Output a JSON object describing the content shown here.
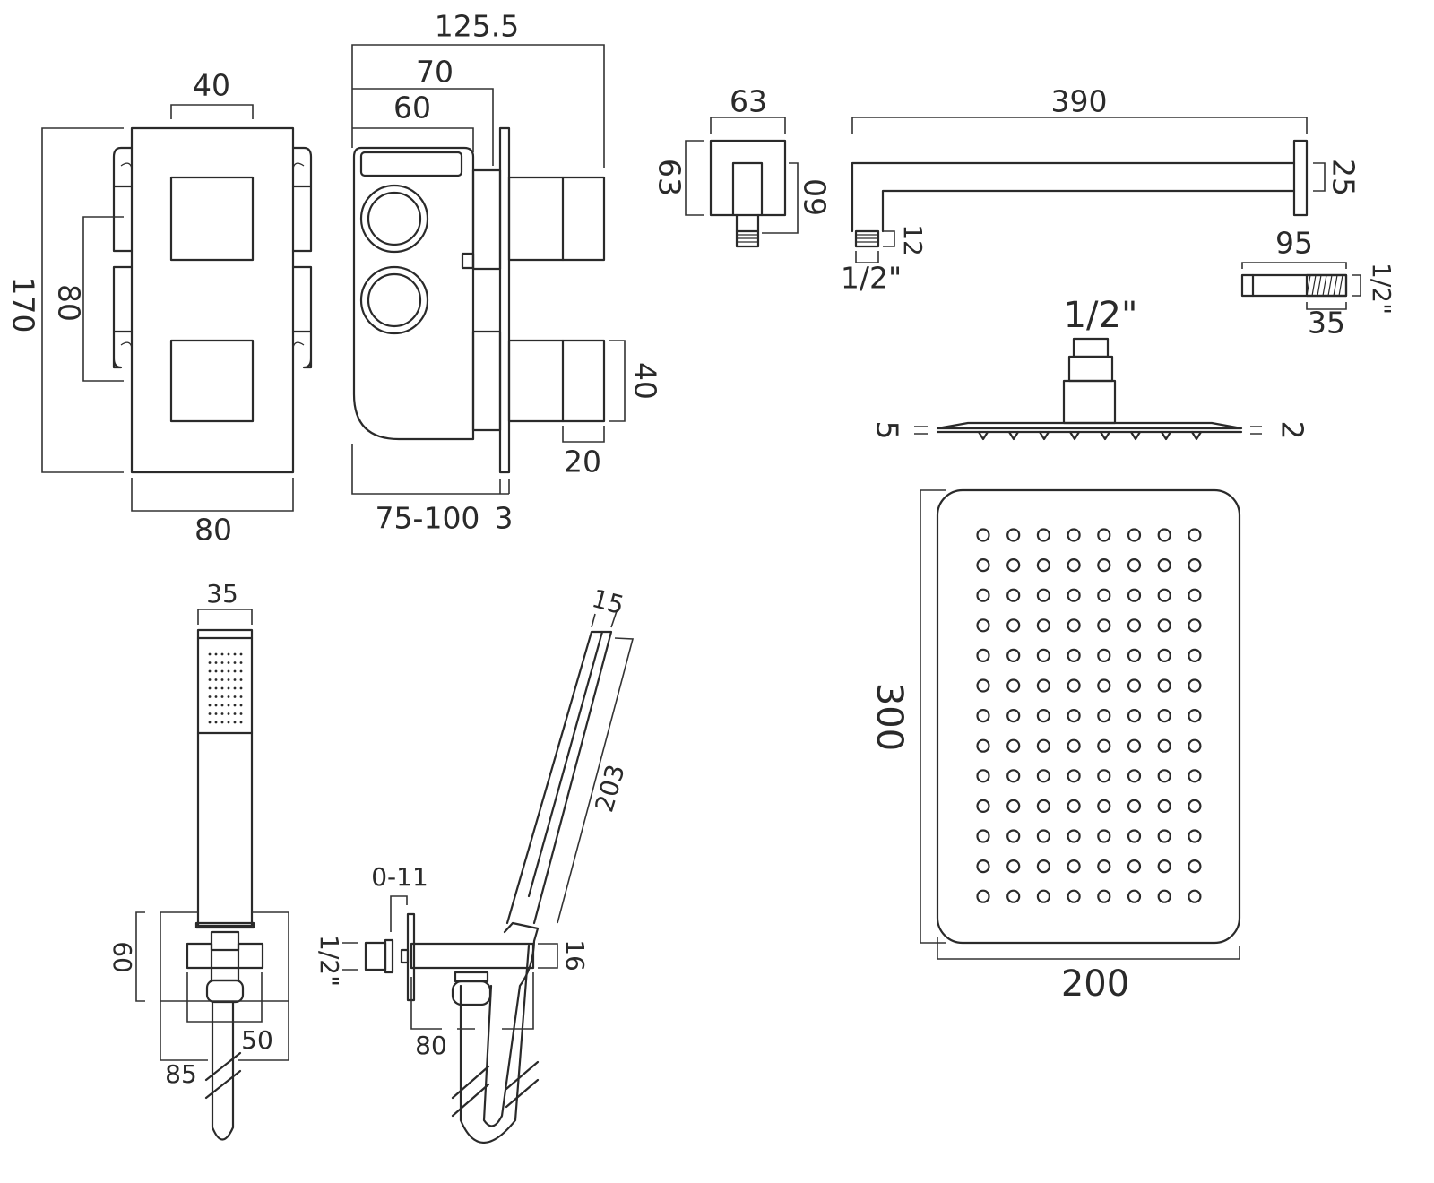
{
  "valve_front": {
    "top_width": "40",
    "height": "170",
    "handle_spacing": "80",
    "width": "80"
  },
  "valve_side": {
    "overall_depth": "125.5",
    "depth_70": "70",
    "depth_60": "60",
    "handle_size": "40",
    "handle_depth": "20",
    "wall_depth": "75-100",
    "plate_thickness": "3"
  },
  "wall_elbow": {
    "width": "63",
    "height": "63",
    "depth": "60"
  },
  "shower_arm": {
    "length": "390",
    "flange": "25",
    "nipple": "12",
    "thread": "1/2\""
  },
  "extension": {
    "length": "95",
    "thread_length": "35",
    "thread": "1/2\""
  },
  "shower_head_side": {
    "thread": "1/2\"",
    "edge_left": "5",
    "edge_right": "2"
  },
  "shower_head_top": {
    "length": "300",
    "width": "200",
    "rows": 13,
    "cols": 8
  },
  "handset_front": {
    "width": "35",
    "bracket_height": "60",
    "bracket_inner": "50",
    "bracket_width": "85"
  },
  "handset_side": {
    "depth": "15",
    "length": "203",
    "wall_adjust": "0-11",
    "thread": "1/2\"",
    "bracket_depth": "16",
    "projection": "80"
  }
}
